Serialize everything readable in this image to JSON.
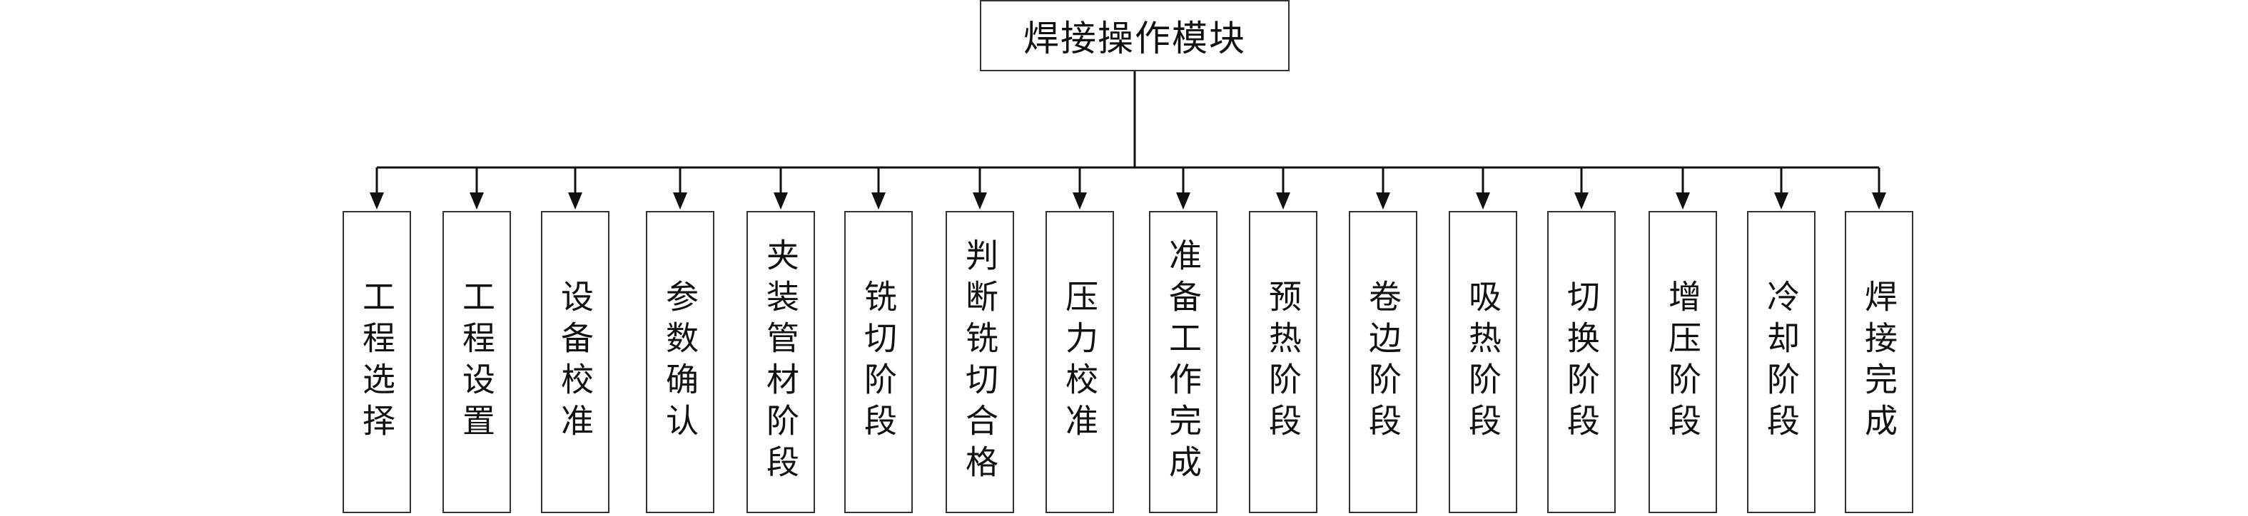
{
  "root": {
    "label": "焊接操作模块"
  },
  "children": [
    {
      "label": "工程选择"
    },
    {
      "label": "工程设置"
    },
    {
      "label": "设备校准"
    },
    {
      "label": "参数确认"
    },
    {
      "label": "夹装管材阶段"
    },
    {
      "label": "铣切阶段"
    },
    {
      "label": "判断铣切合格"
    },
    {
      "label": "压力校准"
    },
    {
      "label": "准备工作完成"
    },
    {
      "label": "预热阶段"
    },
    {
      "label": "卷边阶段"
    },
    {
      "label": "吸热阶段"
    },
    {
      "label": "切换阶段"
    },
    {
      "label": "增压阶段"
    },
    {
      "label": "冷却阶段"
    },
    {
      "label": "焊接完成"
    }
  ],
  "colors": {
    "line": "#111111",
    "border": "#333333"
  }
}
